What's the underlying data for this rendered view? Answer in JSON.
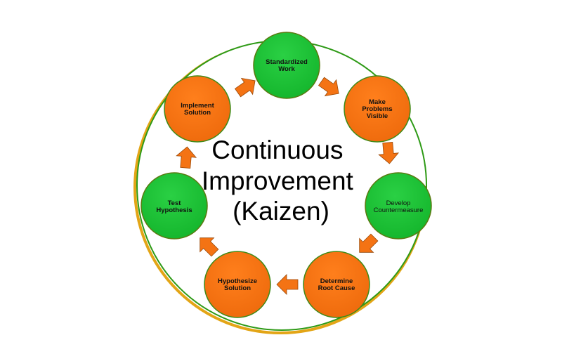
{
  "title": {
    "line1": "Continuous",
    "line2": "Improvement",
    "line3": "(Kaizen)"
  },
  "colors": {
    "green": "#1fc23a",
    "orange": "#f47314",
    "ring_green": "#2e9a16",
    "ring_gold": "#e3a516"
  },
  "steps": [
    {
      "line1": "Standardized",
      "line2": "Work",
      "color": "green"
    },
    {
      "line1": "Make",
      "line2": "Problems",
      "line3": "Visible",
      "color": "orange"
    },
    {
      "line1": "Develop",
      "line2": "Countermeasure",
      "color": "green"
    },
    {
      "line1": "Determine",
      "line2": "Root Cause",
      "color": "orange"
    },
    {
      "line1": "Hypothesize",
      "line2": "Solution",
      "color": "orange"
    },
    {
      "line1": "Test",
      "line2": "Hypothesis",
      "color": "green"
    },
    {
      "line1": "Implement",
      "line2": "Solution",
      "color": "orange"
    }
  ]
}
